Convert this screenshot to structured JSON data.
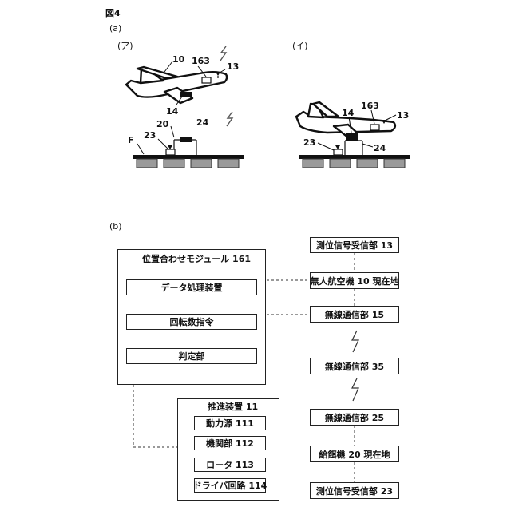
{
  "figure": {
    "title": "図4",
    "panel_a": "(a)",
    "panel_b": "(b)"
  },
  "part_a": {
    "sub_left": "(ア)",
    "sub_right": "(イ)",
    "left_labels": {
      "n10": "10",
      "n163": "163",
      "n13": "13",
      "n14": "14",
      "n20": "20",
      "n24": "24",
      "n23": "23",
      "nF": "F"
    },
    "right_labels": {
      "n14": "14",
      "n163": "163",
      "n13": "13",
      "n23": "23",
      "n24": "24"
    }
  },
  "part_b": {
    "module": {
      "title": "位置合わせモジュール 161",
      "items": [
        "データ処理装置",
        "回転数指令",
        "判定部"
      ]
    },
    "propulsion": {
      "title": "推進装置 11",
      "items": [
        "動力源 111",
        "機関部 112",
        "ロータ 113",
        "ドライバ回路 114"
      ]
    },
    "right_column": [
      "測位信号受信部 13",
      "無人航空機 10 現在地",
      "無線通信部 15",
      "無線通信部 35",
      "無線通信部 25",
      "給餌機 20 現在地",
      "測位信号受信部 23"
    ]
  }
}
